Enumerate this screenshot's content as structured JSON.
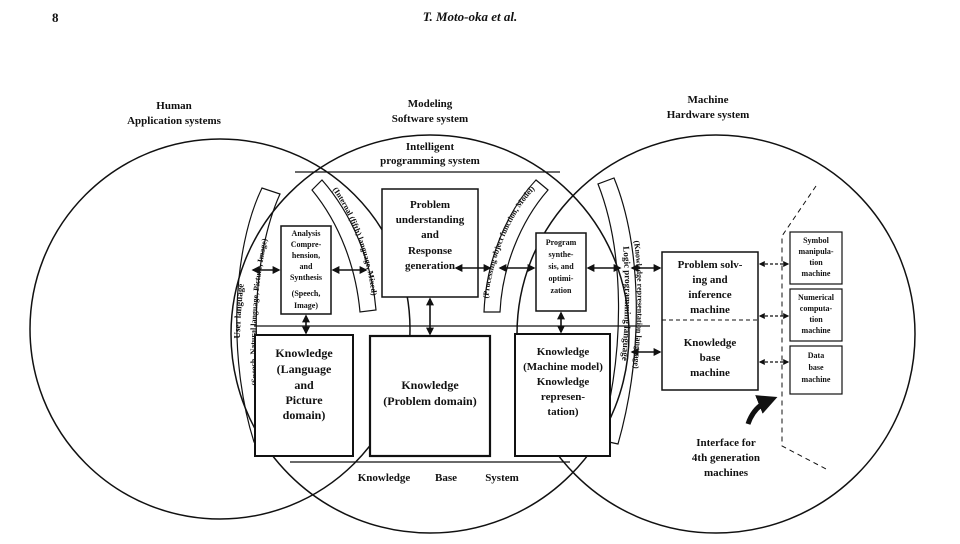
{
  "header": {
    "page_number": "8",
    "authors": "T. Moto-oka et al."
  },
  "sections": {
    "human": [
      "Human",
      "Application systems"
    ],
    "modeling": [
      "Modeling",
      "Software system"
    ],
    "machine": [
      "Machine",
      "Hardware system"
    ]
  },
  "boxes": {
    "intelligent_programming": [
      "Intelligent",
      "programming system"
    ],
    "analysis": [
      "Analysis",
      "Compre-",
      "hension,",
      "and",
      "Synthesis",
      "(Speech,",
      "Image)"
    ],
    "problem_understanding": [
      "Problem",
      "understanding",
      "and",
      "Response",
      "generation"
    ],
    "program_synthesis": [
      "Program",
      "synthe-",
      "sis, and",
      "optimi-",
      "zation"
    ],
    "knowledge_language": [
      "Knowledge",
      "(Language",
      "and",
      "Picture",
      "domain)"
    ],
    "knowledge_problem": [
      "Knowledge",
      "(Problem domain)"
    ],
    "knowledge_machine": [
      "Knowledge",
      "(Machine model)",
      "Knowledge",
      "represen-",
      "tation)"
    ],
    "problem_solving": [
      "Problem solv-",
      "ing and",
      "inference",
      "machine"
    ],
    "knowledge_base_machine": [
      "Knowledge",
      "base",
      "machine"
    ],
    "symbol_machine": [
      "Symbol",
      "manipula-",
      "tion",
      "machine"
    ],
    "numerical_machine": [
      "Numerical",
      "computa-",
      "tion",
      "machine"
    ],
    "data_base_machine": [
      "Data",
      "base",
      "machine"
    ]
  },
  "knowledge_base_system": [
    "Knowledge",
    "Base",
    "System"
  ],
  "interface": [
    "Interface for",
    "4th generation",
    "machines"
  ],
  "curved_labels": {
    "user_language": "User language",
    "user_language_sub": "(Speech, Natural language, Picture, Image)",
    "internal_left": "(Internal (fifth) language, Mixed)",
    "internal_right": "(Processing object function, Model)",
    "logic_programming": "Logic programming language",
    "logic_sub": "(Knowledge representation language)"
  }
}
